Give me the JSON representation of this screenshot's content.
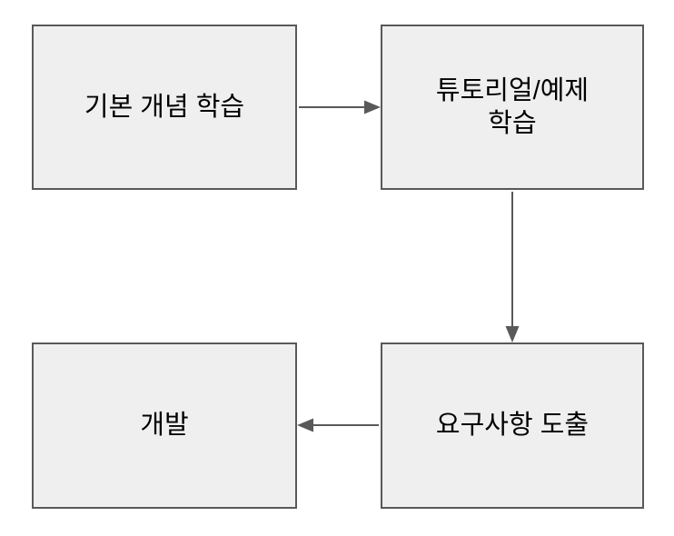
{
  "diagram": {
    "title": "learning-to-development flowchart",
    "nodes": [
      {
        "id": "basic-concepts",
        "label": "기본 개념 학습"
      },
      {
        "id": "tutorial-examples",
        "label": "튜토리얼/예제\n학습"
      },
      {
        "id": "requirements",
        "label": "요구사항 도출"
      },
      {
        "id": "development",
        "label": "개발"
      }
    ],
    "edges": [
      {
        "from": "basic-concepts",
        "to": "tutorial-examples",
        "direction": "right"
      },
      {
        "from": "tutorial-examples",
        "to": "requirements",
        "direction": "down"
      },
      {
        "from": "requirements",
        "to": "development",
        "direction": "left"
      }
    ]
  },
  "colors": {
    "background": "#ffffff",
    "node_fill": "#efefef",
    "node_border": "#595959",
    "arrow": "#595959",
    "text": "#000000"
  }
}
